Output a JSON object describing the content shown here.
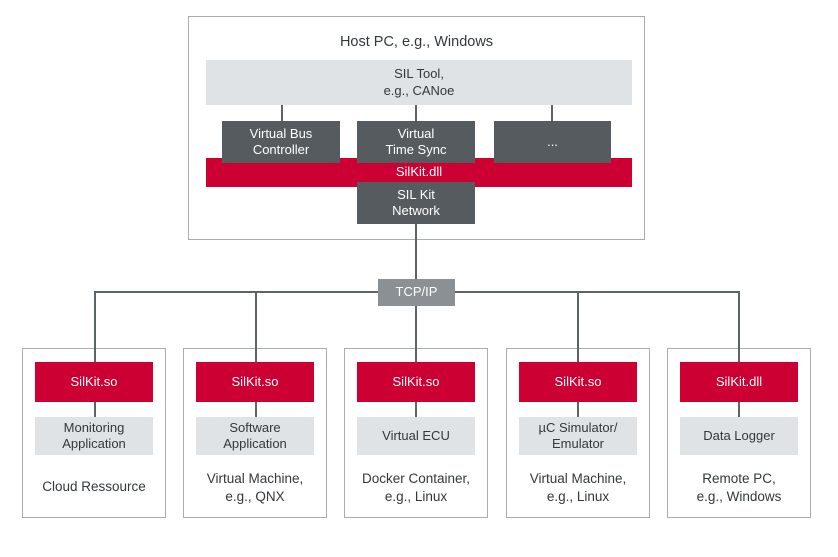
{
  "diagram": {
    "title_semantic": "silkit-deployment-architecture",
    "colors": {
      "brand_red": "#cc0033",
      "dark_gray": "#555b5e",
      "light_gray": "#dfe3e5",
      "mid_gray": "#8a9093",
      "line_gray": "#5d6467",
      "card_border": "#a8adb0",
      "text": "#33383b"
    }
  },
  "host": {
    "title": "Host PC, e.g., Windows",
    "sil_tool": "SIL Tool,\ne.g., CANoe",
    "sil_tool_line1": "SIL Tool,",
    "sil_tool_line2": "e.g., CANoe",
    "components": [
      {
        "label": "Virtual Bus\nController",
        "line1": "Virtual Bus",
        "line2": "Controller"
      },
      {
        "label": "Virtual\nTime Sync",
        "line1": "Virtual",
        "line2": "Time Sync"
      },
      {
        "label": "...",
        "line1": "...",
        "line2": ""
      }
    ],
    "silkit_bar": "SilKit.dll",
    "network_box_line1": "SIL Kit",
    "network_box_line2": "Network"
  },
  "transport": {
    "label": "TCP/IP"
  },
  "nodes": [
    {
      "lib": "SilKit.so",
      "app_line1": "Monitoring",
      "app_line2": "Application",
      "platform_line1": "Cloud Ressource",
      "platform_line2": ""
    },
    {
      "lib": "SilKit.so",
      "app_line1": "Software",
      "app_line2": "Application",
      "platform_line1": "Virtual Machine,",
      "platform_line2": "e.g., QNX"
    },
    {
      "lib": "SilKit.so",
      "app_line1": "Virtual ECU",
      "app_line2": "",
      "platform_line1": "Docker Container,",
      "platform_line2": "e.g., Linux"
    },
    {
      "lib": "SilKit.so",
      "app_line1": "µC Simulator/",
      "app_line2": "Emulator",
      "platform_line1": "Virtual Machine,",
      "platform_line2": "e.g., Linux"
    },
    {
      "lib": "SilKit.dll",
      "app_line1": "Data Logger",
      "app_line2": "",
      "platform_line1": "Remote PC,",
      "platform_line2": "e.g., Windows"
    }
  ]
}
